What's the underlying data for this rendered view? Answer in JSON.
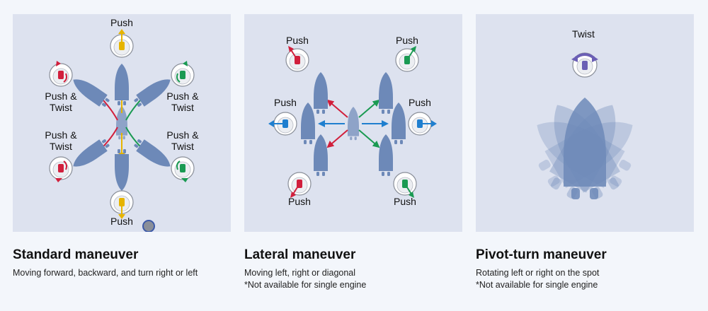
{
  "labels": {
    "push": "Push",
    "push_twist_1": "Push &",
    "push_twist_2": "Twist",
    "twist": "Twist"
  },
  "captions": [
    {
      "title": "Standard maneuver",
      "line1": "Moving forward, backward, and turn right or left",
      "line2": ""
    },
    {
      "title": "Lateral maneuver",
      "line1": "Moving left, right or diagonal",
      "line2": "*Not available for single engine"
    },
    {
      "title": "Pivot-turn maneuver",
      "line1": "Rotating left or right on the spot",
      "line2": "*Not available for single engine"
    }
  ],
  "colors": {
    "panel": "#dde2ef",
    "boat": "#6d89b8",
    "yellow": "#e6b400",
    "red": "#d11f3c",
    "green": "#1a9a52",
    "blue": "#1f7fcf",
    "purple": "#6b5fb5"
  },
  "icons": [
    "joystick-icon",
    "boat-icon",
    "arrow-icon",
    "record-indicator-icon"
  ]
}
